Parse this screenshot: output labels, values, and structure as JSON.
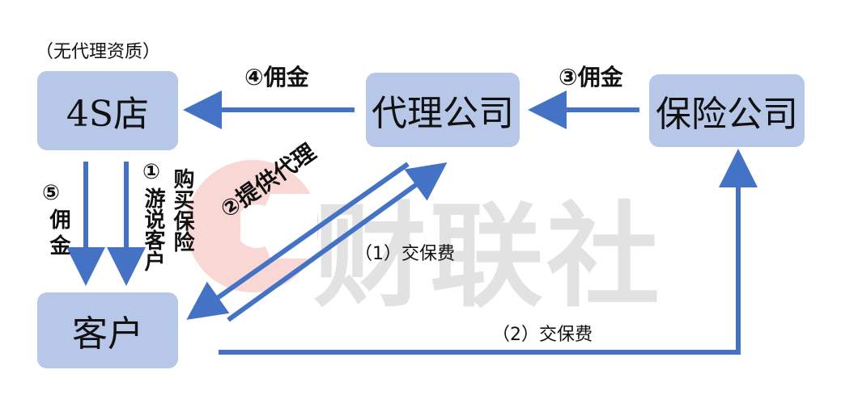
{
  "diagram": {
    "note_no_agency": "（无代理资质）",
    "nodes": {
      "dealer_4s": "4S店",
      "agency": "代理公司",
      "insurer": "保险公司",
      "customer": "客户"
    },
    "edges": {
      "commission_4": "④佣金",
      "commission_3": "③佣金",
      "commission_5_mark": "⑤",
      "commission_5_text": "佣金",
      "lobby_mark": "①",
      "lobby_text_col1": "游说客户",
      "lobby_text_col2": "购买保险",
      "provide_agency": "②提供代理",
      "pay_premium_1": "（1）交保费",
      "pay_premium_2": "（2）交保费"
    },
    "watermark_text": "财联社",
    "colors": {
      "box_fill": "#b7c7e8",
      "arrow": "#4472c4",
      "watermark_red": "#e8736b"
    }
  }
}
